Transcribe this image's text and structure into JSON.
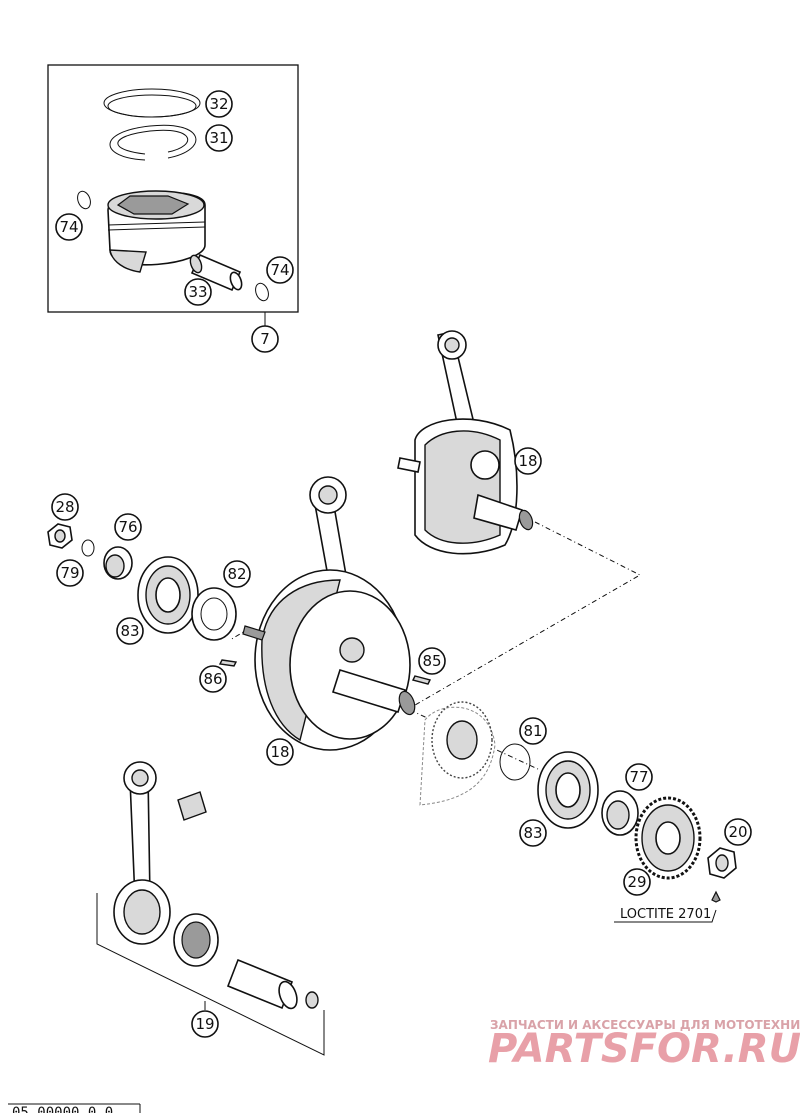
{
  "callouts": {
    "c32": "32",
    "c31": "31",
    "c74a": "74",
    "c74b": "74",
    "c33": "33",
    "c7": "7",
    "c18a": "18",
    "c28": "28",
    "c76": "76",
    "c79": "79",
    "c82": "82",
    "c83a": "83",
    "c85": "85",
    "c86": "86",
    "c18b": "18",
    "c81": "81",
    "c77": "77",
    "c83b": "83",
    "c20": "20",
    "c29": "29",
    "c19": "19"
  },
  "note": "LOCTITE 2701",
  "watermark": {
    "tagline": "ЗАПЧАСТИ И АКСЕССУАРЫ ДЛЯ МОТОТЕХНИКИ",
    "logo": "PARTSFOR.RU",
    "color": "#e8a0a8"
  },
  "drawing_code": "05 00000 0 0"
}
